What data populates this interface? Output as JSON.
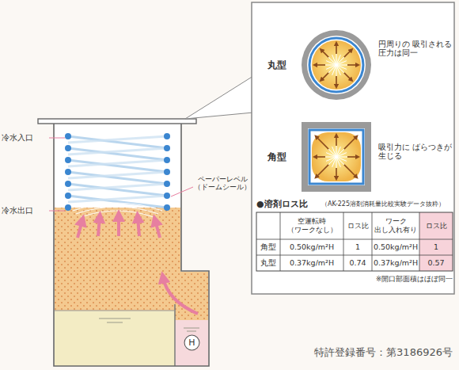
{
  "diagram": {
    "nodes": [
      {
        "text": [
          "H"
        ]
      }
    ],
    "labels": [
      "冷水入口",
      "冷水出口",
      "ペーパーレベル （ドームシール）",
      "丸型",
      "円周りの 吸引される 圧力は同一",
      "角型",
      "吸引力に ばらつきが 生じる",
      "●溶剤ロス比",
      "（AK-225溶剤消耗量比較実験データ抜粋）",
      "空運転時 （ワークなし）",
      "ロス比",
      "ワーク 出し入れ有り",
      "ロス比",
      "角型",
      "0.50kg/m²H",
      "1",
      "0.50kg/m²H",
      "1",
      "丸型",
      "0.37kg/m²H",
      "0.74",
      "0.37kg/m²H",
      "0.57",
      "※開口部面積はほぼ同一",
      "特許登録番号：第3186926号"
    ]
  }
}
